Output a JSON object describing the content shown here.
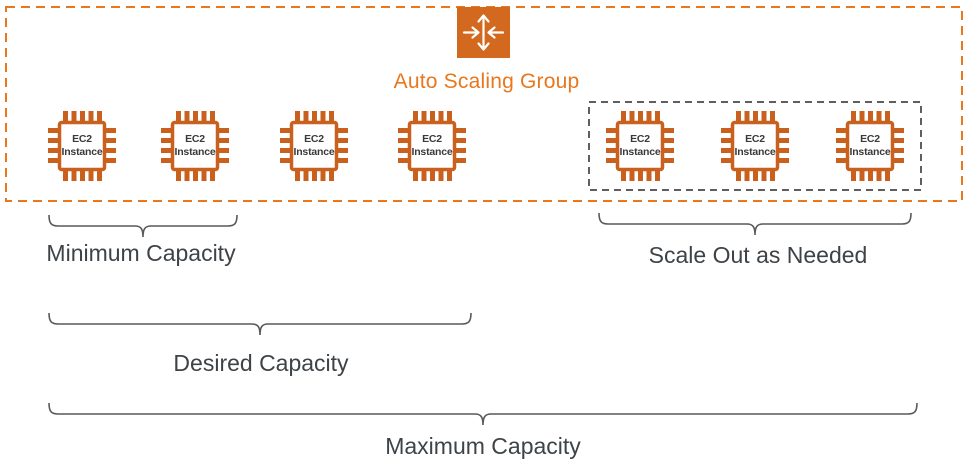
{
  "diagram": {
    "asg": {
      "title": "Auto Scaling Group",
      "icon": "auto-scaling-icon"
    },
    "instances": [
      {
        "line1": "EC2",
        "line2": "Instance"
      },
      {
        "line1": "EC2",
        "line2": "Instance"
      },
      {
        "line1": "EC2",
        "line2": "Instance"
      },
      {
        "line1": "EC2",
        "line2": "Instance"
      },
      {
        "line1": "EC2",
        "line2": "Instance"
      },
      {
        "line1": "EC2",
        "line2": "Instance"
      },
      {
        "line1": "EC2",
        "line2": "Instance"
      }
    ],
    "labels": {
      "minimum": "Minimum Capacity",
      "scale_out": "Scale Out as Needed",
      "desired": "Desired Capacity",
      "maximum": "Maximum Capacity"
    },
    "colors": {
      "asg_border_orange": "#E8771D",
      "icon_fill_orange": "#D2691E",
      "chip_orange": "#C9601E",
      "chip_text": "#3B3A39",
      "label_text": "#3E4347",
      "brace_gray": "#595959",
      "scale_out_box_gray": "#5F5F5F"
    }
  }
}
